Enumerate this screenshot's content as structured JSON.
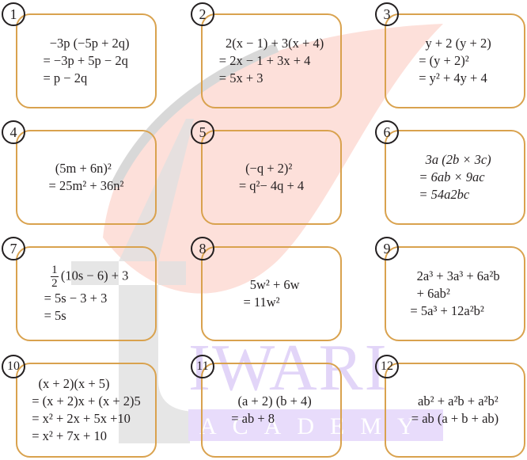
{
  "watermark": {
    "big_letter": "t",
    "word": "IWARI",
    "subword": "A C A D E M Y",
    "colors": {
      "leaf": "#fde0da",
      "letter": "#dcdcdc",
      "text": "#e4d8f8",
      "band": "#e8dcfb"
    }
  },
  "problems": [
    {
      "n": "1",
      "lines": [
        "  −3p (−5p + 2q)",
        "= −3p + 5p − 2q",
        "= p − 2q"
      ]
    },
    {
      "n": "2",
      "lines": [
        "  2(x − 1) + 3(x + 4)",
        "= 2x − 1 + 3x + 4",
        "= 5x + 3"
      ]
    },
    {
      "n": "3",
      "lines": [
        "  y + 2 (y + 2)",
        "= (y + 2)²",
        "= y² + 4y + 4"
      ]
    },
    {
      "n": "4",
      "lines": [
        "  (5m + 6n)²",
        "= 25m² + 36n²"
      ]
    },
    {
      "n": "5",
      "lines": [
        "  (−q + 2)²",
        "= q²− 4q + 4"
      ]
    },
    {
      "n": "6",
      "lines": [
        "  3a (2b × 3c)",
        "= 6ab × 9ac",
        "= 54a2bc"
      ]
    },
    {
      "n": "7",
      "fraction": {
        "num": "1",
        "den": "2"
      },
      "lines": [
        "(10s − 6) + 3",
        "= 5s − 3 + 3",
        "= 5s"
      ]
    },
    {
      "n": "8",
      "lines": [
        "  5w² + 6w",
        "= 11w²"
      ]
    },
    {
      "n": "9",
      "lines": [
        "  2a³ + 3a³ + 6a²b",
        "  + 6ab²",
        "= 5a³ + 12a²b²"
      ]
    },
    {
      "n": "10",
      "lines": [
        "  (x + 2)(x + 5)",
        "= (x + 2)x + (x + 2)5",
        "= x² + 2x + 5x +10",
        "= x² + 7x + 10"
      ]
    },
    {
      "n": "11",
      "lines": [
        "  (a + 2) (b + 4)",
        "= ab + 8"
      ]
    },
    {
      "n": "12",
      "lines": [
        "  ab² + a²b + a²b²",
        "= ab (a + b + ab)"
      ]
    }
  ]
}
